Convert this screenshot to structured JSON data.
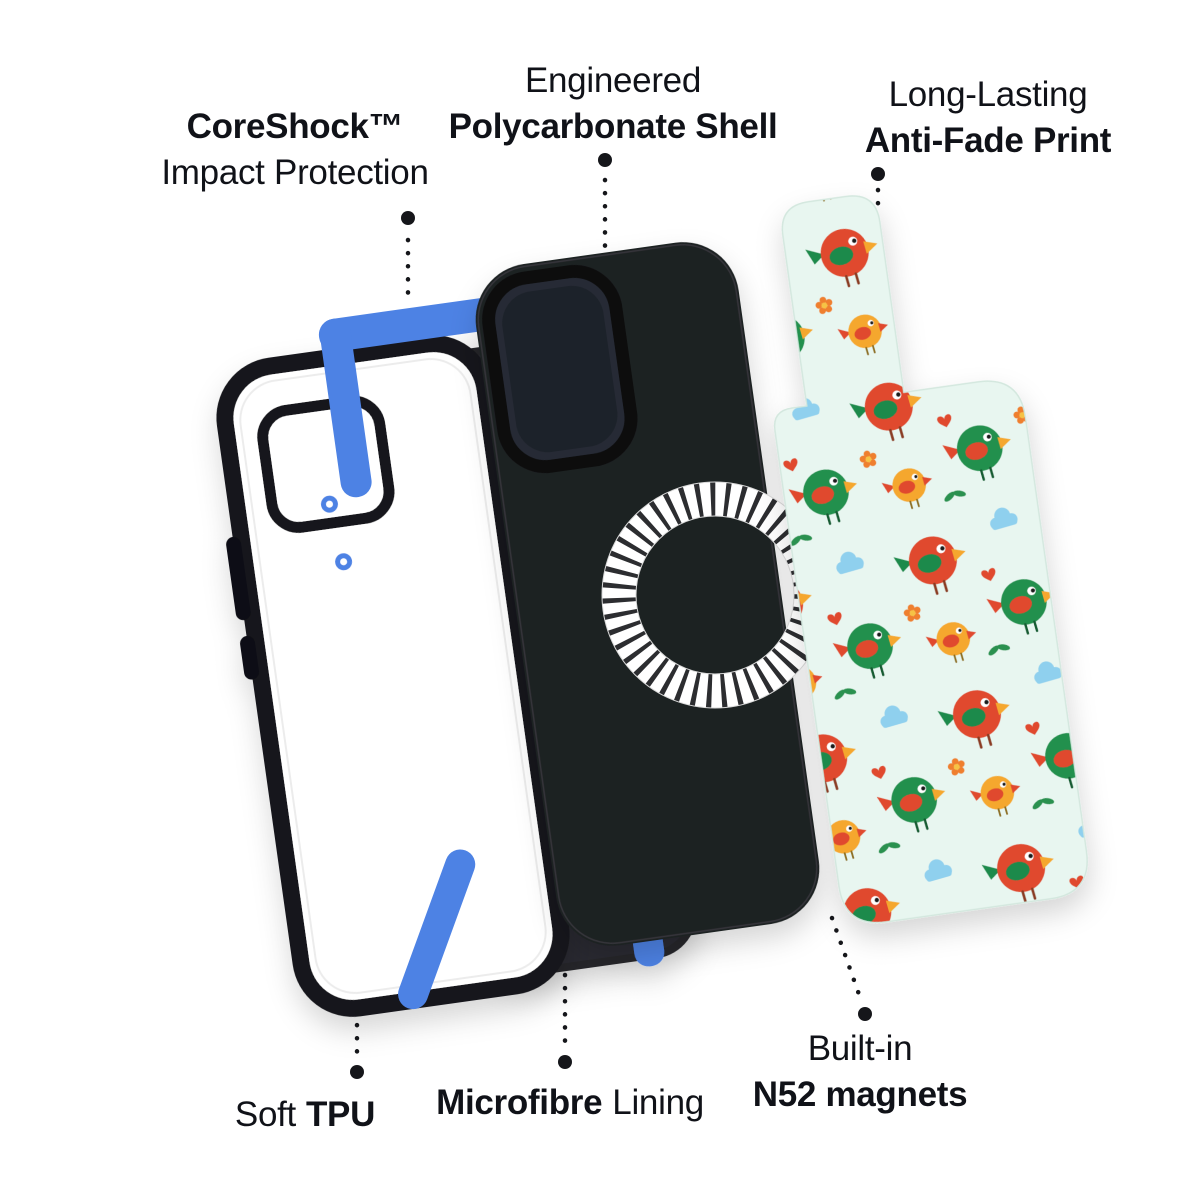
{
  "page": {
    "background": "#ffffff"
  },
  "labels": {
    "coreshock": {
      "line1": "CoreShock™",
      "line2": "Impact Protection"
    },
    "polycarbonate": {
      "line1": "Engineered",
      "line2": "Polycarbonate Shell"
    },
    "antifade": {
      "line1": "Long-Lasting",
      "line2": "Anti-Fade Print"
    },
    "soft_tpu": {
      "regular": "Soft",
      "bold": "TPU"
    },
    "microfibre": {
      "bold": "Microfibre",
      "regular": "Lining"
    },
    "magnets": {
      "line1": "Built-in",
      "line2": "N52 magnets"
    }
  },
  "diagram": {
    "layers": [
      {
        "name": "tpu-bumper-frame"
      },
      {
        "name": "shock-absorbing-blue-tpu-inserts"
      },
      {
        "name": "microfibre-lining-layer"
      },
      {
        "name": "polycarbonate-shell"
      },
      {
        "name": "magsafe-n52-magnet-ring"
      },
      {
        "name": "printed-bird-pattern-backplate"
      }
    ],
    "colors": {
      "accent_blue": "#4d82e4",
      "bumper_black": "#17181a",
      "shell_black": "#1f2023",
      "lining_black": "#26272b",
      "ring_white": "#ffffff",
      "print_bg": "#e8f6f0",
      "bird_red": "#e04a2e",
      "bird_green": "#23904e",
      "bird_yellow": "#f5a72d",
      "cloud_blue": "#8fd0ee",
      "heart_red": "#e04a2e",
      "connector_dark": "#15161a"
    }
  }
}
